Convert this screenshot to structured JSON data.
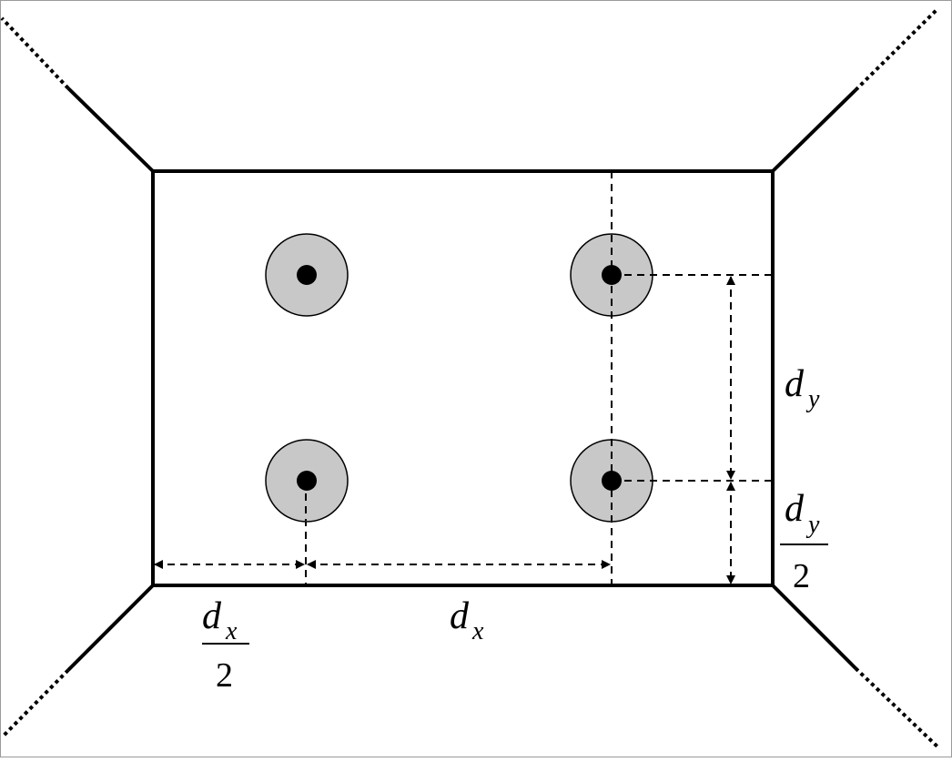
{
  "colors": {
    "line": "#000000",
    "source_fill": "#c8c8c8",
    "source_center": "#000000",
    "background": "#ffffff",
    "frame_border": "#9a9a9a"
  },
  "labels": {
    "dy": {
      "base": "d",
      "sub": "y"
    },
    "dy_half": {
      "base": "d",
      "sub": "y",
      "denominator": "2"
    },
    "dx": {
      "base": "d",
      "sub": "x"
    },
    "dx_half": {
      "base": "d",
      "sub": "x",
      "denominator": "2"
    }
  }
}
